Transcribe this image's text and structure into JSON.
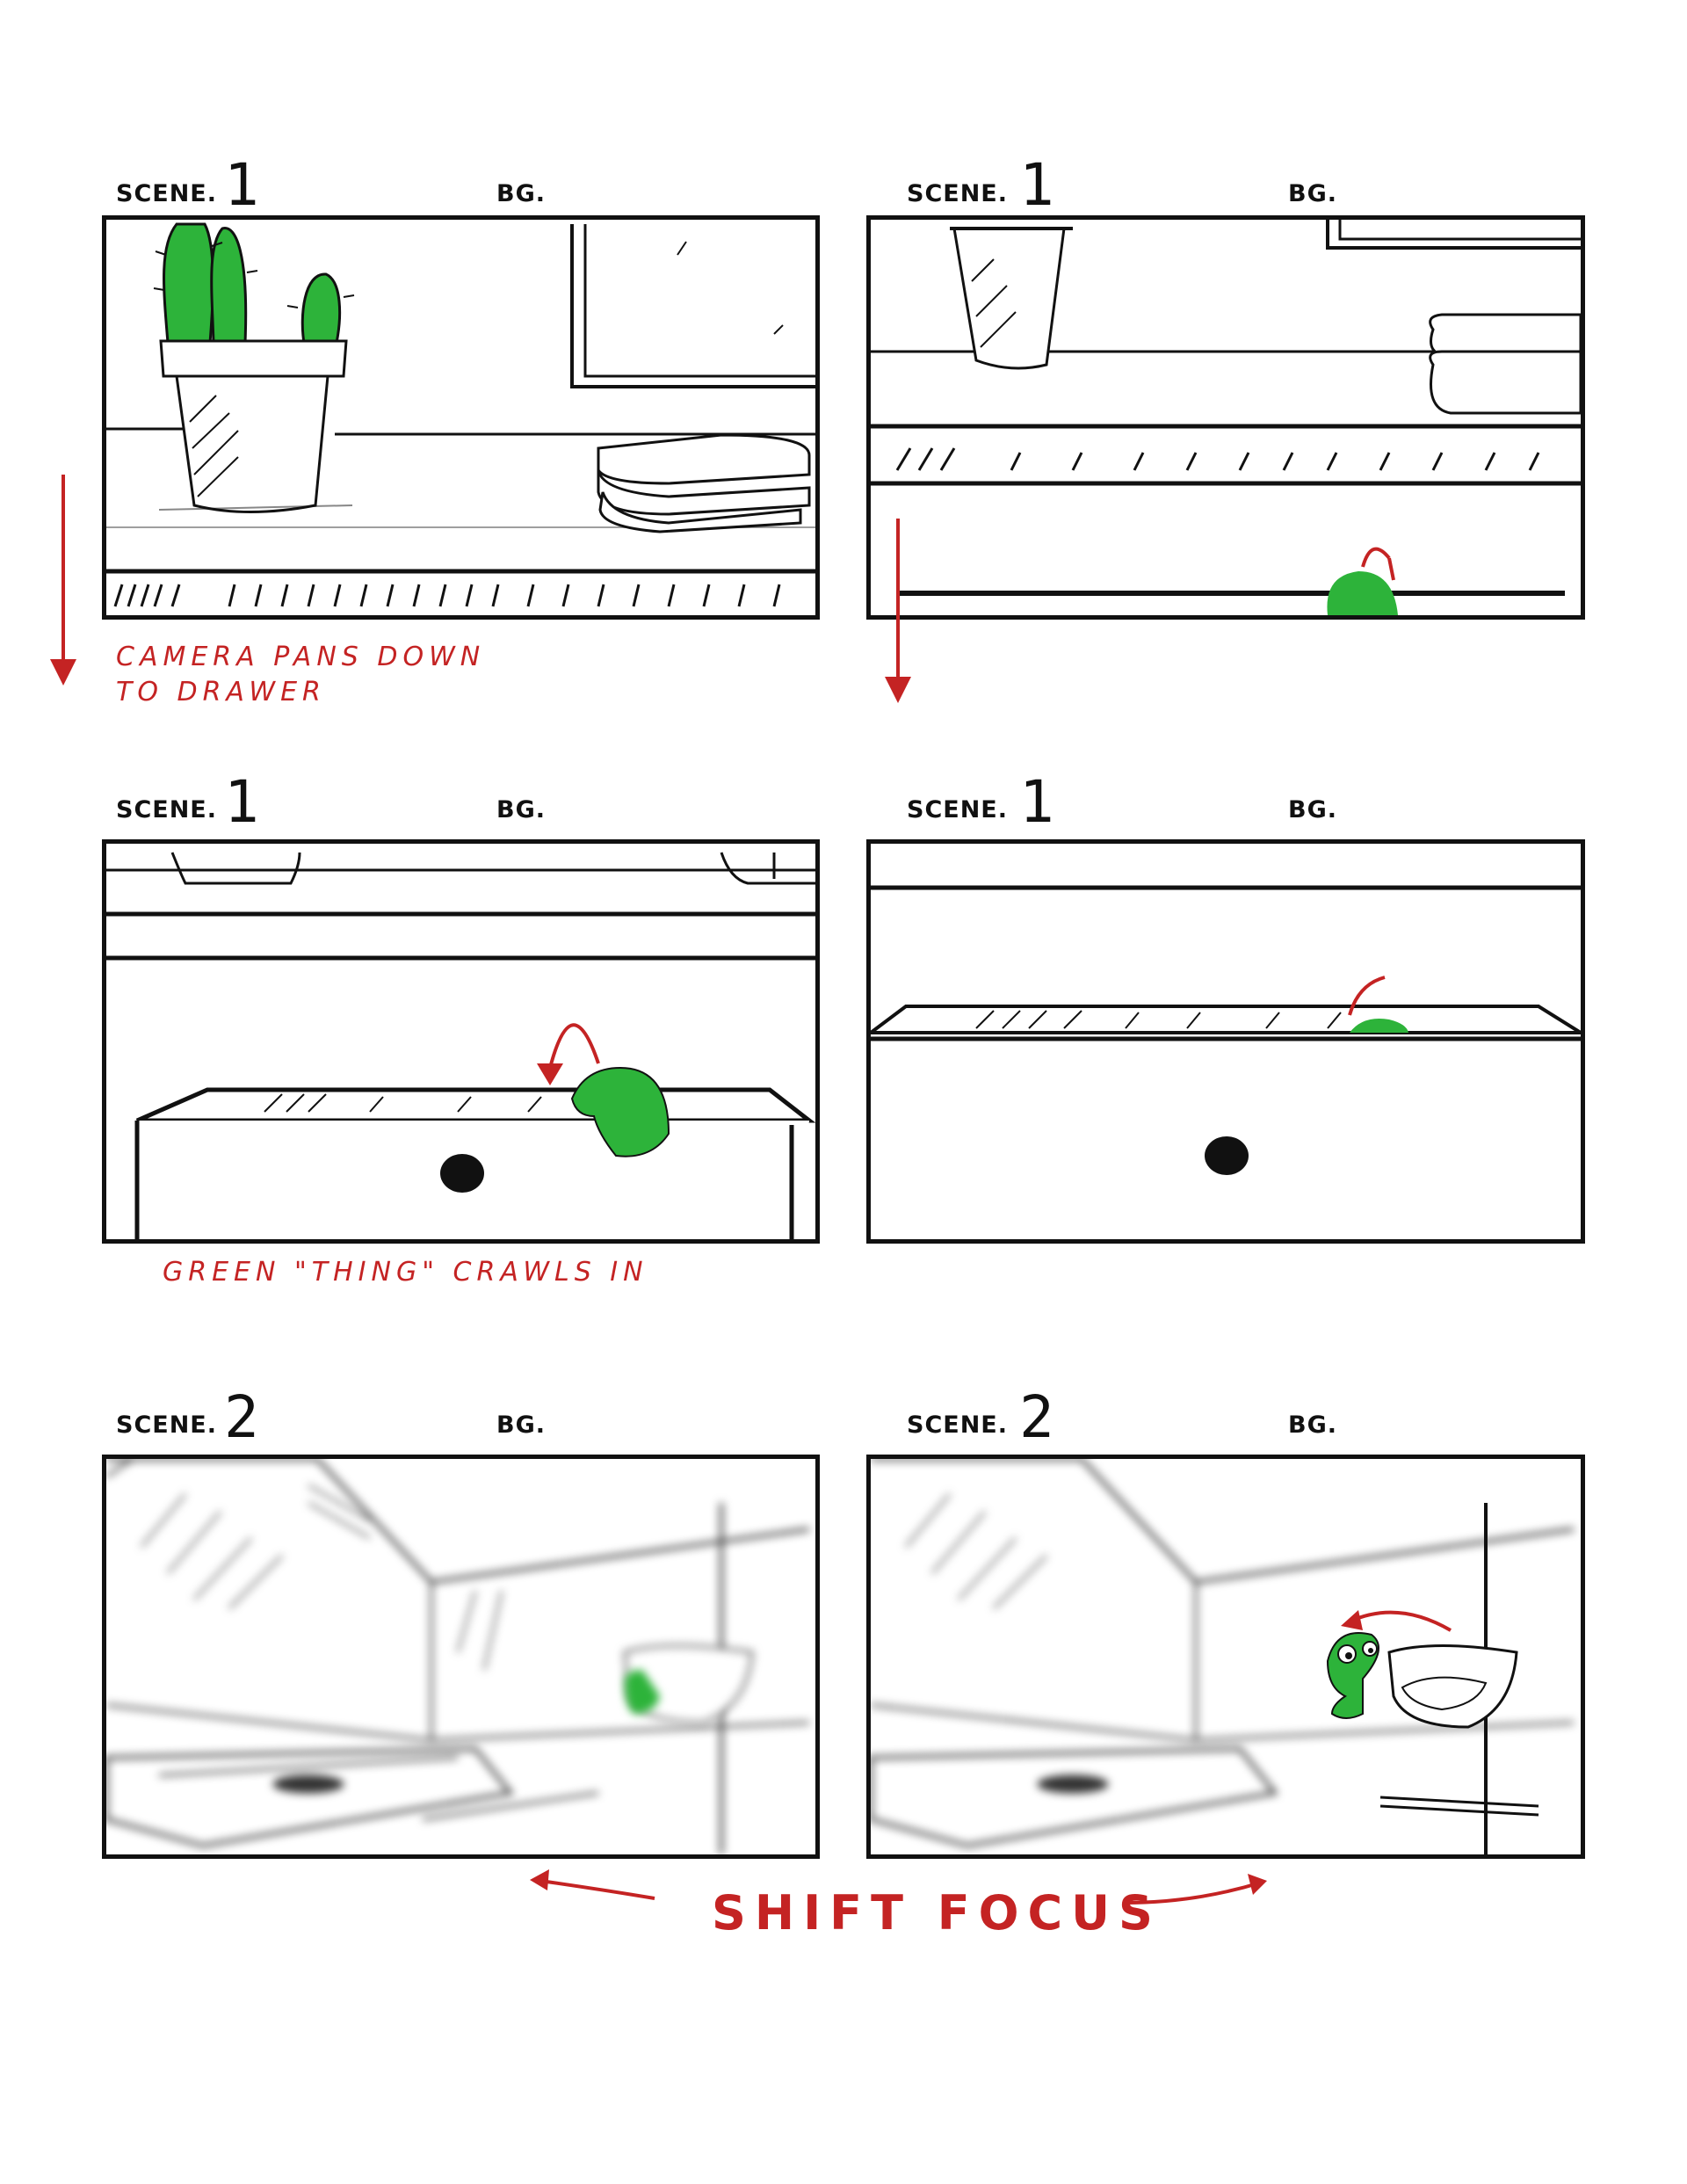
{
  "panels": [
    {
      "scene_label": "SCENE.",
      "scene_number": "1",
      "bg_label": "BG."
    },
    {
      "scene_label": "SCENE.",
      "scene_number": "1",
      "bg_label": "BG."
    },
    {
      "scene_label": "SCENE.",
      "scene_number": "1",
      "bg_label": "BG."
    },
    {
      "scene_label": "SCENE.",
      "scene_number": "1",
      "bg_label": "BG."
    },
    {
      "scene_label": "SCENE.",
      "scene_number": "2",
      "bg_label": "BG."
    },
    {
      "scene_label": "SCENE.",
      "scene_number": "2",
      "bg_label": "BG."
    }
  ],
  "notes": {
    "camera_line1": "CAMERA PANS DOWN",
    "camera_line2": "TO DRAWER",
    "green_thing": "GREEN \"THING\" CRAWLS IN",
    "shift_focus": "SHIFT FOCUS"
  },
  "colors": {
    "ink": "#111111",
    "annotation": "#c42323",
    "creature": "#2db33a"
  },
  "icons": [
    "arrow-down-icon",
    "curved-arrow-icon",
    "arrow-left-icon",
    "arrow-right-icon"
  ]
}
